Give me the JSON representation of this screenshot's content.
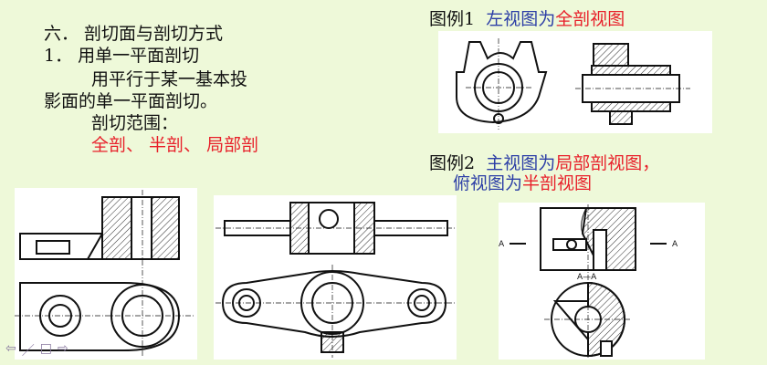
{
  "left_text": {
    "heading": "六． 剖切面与剖切方式",
    "item1": "1． 用单一平面剖切",
    "desc_line1": "用平行于某一基本投",
    "desc_line2": "影面的单一平面剖切。",
    "range_label": "剖切范围：",
    "range_values": "全剖、 半剖、 局部剖"
  },
  "example1": {
    "prefix": "图例1",
    "view": "左视图",
    "verb": "为",
    "type": "全剖视图"
  },
  "example2": {
    "prefix": "图例2",
    "view1": "主视图",
    "verb1": "为",
    "type1": "局部剖视图，",
    "view2": "俯视图",
    "verb2": "为",
    "type2": "半剖视图"
  },
  "drawing_labels": {
    "section_left": "A",
    "section_right": "A",
    "section_title": "A—A"
  },
  "nav": {
    "prev": "⇦",
    "edit": "／",
    "menu": "□",
    "next": "⇨"
  },
  "colors": {
    "background": "#eef9d9",
    "red": "#e8202a",
    "blue": "#2c3ea6"
  }
}
